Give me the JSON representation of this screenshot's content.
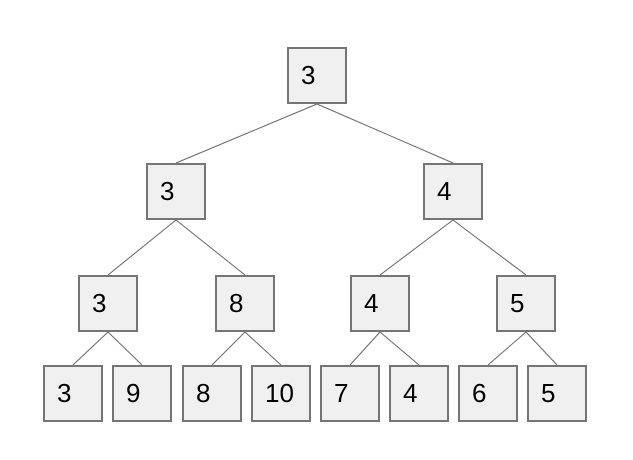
{
  "diagram": {
    "type": "binary-tree",
    "background_color": "#ffffff",
    "node_fill_color": "#f0f0f0",
    "node_border_color": "#757575",
    "edge_color": "#666666",
    "text_color": "#000000"
  },
  "tree": {
    "levels": [
      [
        "3"
      ],
      [
        "3",
        "4"
      ],
      [
        "3",
        "8",
        "4",
        "5"
      ],
      [
        "3",
        "9",
        "8",
        "10",
        "7",
        "4",
        "6",
        "5"
      ]
    ],
    "edges": [
      [
        "root",
        "L1-0"
      ],
      [
        "root",
        "L1-1"
      ],
      [
        "L1-0",
        "L2-0"
      ],
      [
        "L1-0",
        "L2-1"
      ],
      [
        "L1-1",
        "L2-2"
      ],
      [
        "L1-1",
        "L2-3"
      ],
      [
        "L2-0",
        "leaf-0"
      ],
      [
        "L2-0",
        "leaf-1"
      ],
      [
        "L2-1",
        "leaf-2"
      ],
      [
        "L2-1",
        "leaf-3"
      ],
      [
        "L2-2",
        "leaf-4"
      ],
      [
        "L2-2",
        "leaf-5"
      ],
      [
        "L2-3",
        "leaf-6"
      ],
      [
        "L2-3",
        "leaf-7"
      ]
    ]
  }
}
